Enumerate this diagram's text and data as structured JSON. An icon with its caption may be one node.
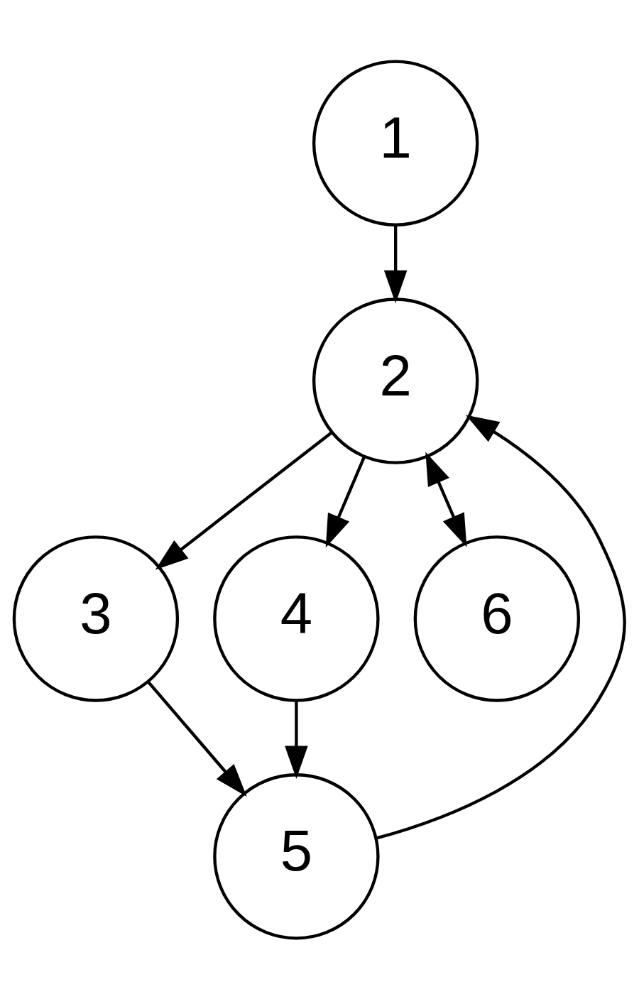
{
  "diagram": {
    "nodes": [
      {
        "text": [
          "1"
        ]
      },
      {
        "text": [
          "2"
        ]
      },
      {
        "text": [
          "3"
        ]
      },
      {
        "text": [
          "4"
        ]
      },
      {
        "text": [
          "6"
        ]
      },
      {
        "text": [
          "5"
        ]
      }
    ],
    "edges": [
      {
        "from": 0,
        "to": 1,
        "arrow": "to"
      },
      {
        "from": 1,
        "to": 2,
        "arrow": "to"
      },
      {
        "from": 1,
        "to": 3,
        "arrow": "to"
      },
      {
        "from": 1,
        "to": 4,
        "arrow": "both"
      },
      {
        "from": 2,
        "to": 5,
        "arrow": "to"
      },
      {
        "from": 3,
        "to": 5,
        "arrow": "to"
      },
      {
        "from": 5,
        "to": 1,
        "arrow": "to"
      }
    ]
  }
}
